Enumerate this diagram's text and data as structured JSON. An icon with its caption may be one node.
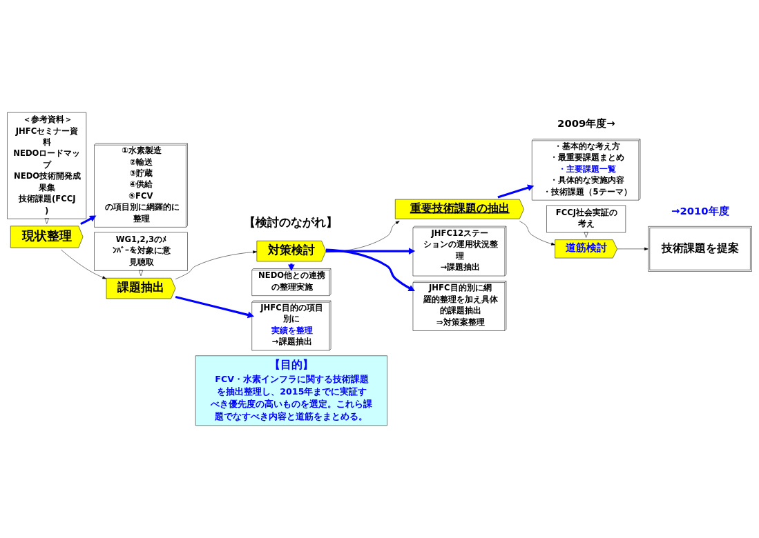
{
  "diagram": {
    "nodes": [
      {
        "text": [
          "【目的】",
          "FCV・水素インフラに関する技術課題を抽出整理し、2015年までに実証すべき優先度の高いものを選定。これら課題でなすべき内容と道筋をまとめる。"
        ]
      },
      {
        "text": [
          "＜参考資料＞",
          "JHFCセミナー資料",
          "NEDOロードマップ",
          "NEDO技術開発成果集",
          "技術課題(FCCJ)"
        ]
      },
      {
        "text": [
          "WG1,2,3のﾒﾝﾊﾞｰを対象に意見聴取"
        ]
      },
      {
        "text": [
          "現状整理"
        ]
      },
      {
        "text": [
          "課題抽出"
        ]
      },
      {
        "text": [
          "対策検討"
        ]
      },
      {
        "text": [
          "重要技術課題の抽出"
        ]
      },
      {
        "text": [
          "道筋検討"
        ]
      },
      {
        "text": [
          "技術課題を提案"
        ]
      },
      {
        "text": [
          "NEDO他との連携の整理実施"
        ]
      },
      {
        "text": [
          "①水素製造",
          "②輸送",
          "③貯蔵",
          "④供給",
          "⑤FCV",
          "の項目別に網羅的に整理"
        ]
      },
      {
        "text": [
          "JHFC目的の項目別に",
          "実績を整理",
          "→課題抽出"
        ]
      },
      {
        "text": [
          "JHFC12ステーションの運用状況整理",
          "→課題抽出"
        ]
      },
      {
        "text": [
          "JHFC目的別に網羅的整理を加え具体的課題抽出",
          "⇒対策案整理"
        ]
      },
      {
        "text": [
          "・基本的な考え方",
          "・最重要課題まとめ",
          "・主要課題一覧",
          "・具体的な実施内容",
          "・技術課題（5テーマ）"
        ]
      },
      {
        "text": [
          "FCCJ社会実証の考え"
        ]
      }
    ],
    "edges": [
      {
        "from": 1,
        "to": 3,
        "arrow": "to"
      },
      {
        "from": 2,
        "to": 4,
        "arrow": "to"
      },
      {
        "from": 3,
        "to": 4,
        "arrow": "to"
      },
      {
        "from": 4,
        "to": 5,
        "arrow": "to"
      },
      {
        "from": 5,
        "to": 6,
        "arrow": "to"
      },
      {
        "from": 6,
        "to": 7,
        "arrow": "to"
      },
      {
        "from": 7,
        "to": 8,
        "arrow": "to"
      },
      {
        "from": 15,
        "to": 7,
        "arrow": "to"
      },
      {
        "from": 5,
        "to": 9,
        "arrow": "to",
        "style": "thick",
        "color": "#0000ff"
      },
      {
        "from": 3,
        "to": 10,
        "arrow": "to",
        "style": "thick",
        "color": "#0000ff"
      },
      {
        "from": 4,
        "to": 11,
        "arrow": "to",
        "style": "thick",
        "color": "#0000ff"
      },
      {
        "from": 5,
        "to": 12,
        "arrow": "to",
        "style": "thick",
        "color": "#0000ff"
      },
      {
        "from": 5,
        "to": 13,
        "arrow": "to",
        "style": "thick",
        "color": "#0000ff"
      },
      {
        "from": 6,
        "to": 14,
        "arrow": "to",
        "style": "thick",
        "color": "#0000ff"
      }
    ],
    "labels": [
      "【検討のながれ】",
      "2009年度→",
      "→2010年度"
    ]
  }
}
